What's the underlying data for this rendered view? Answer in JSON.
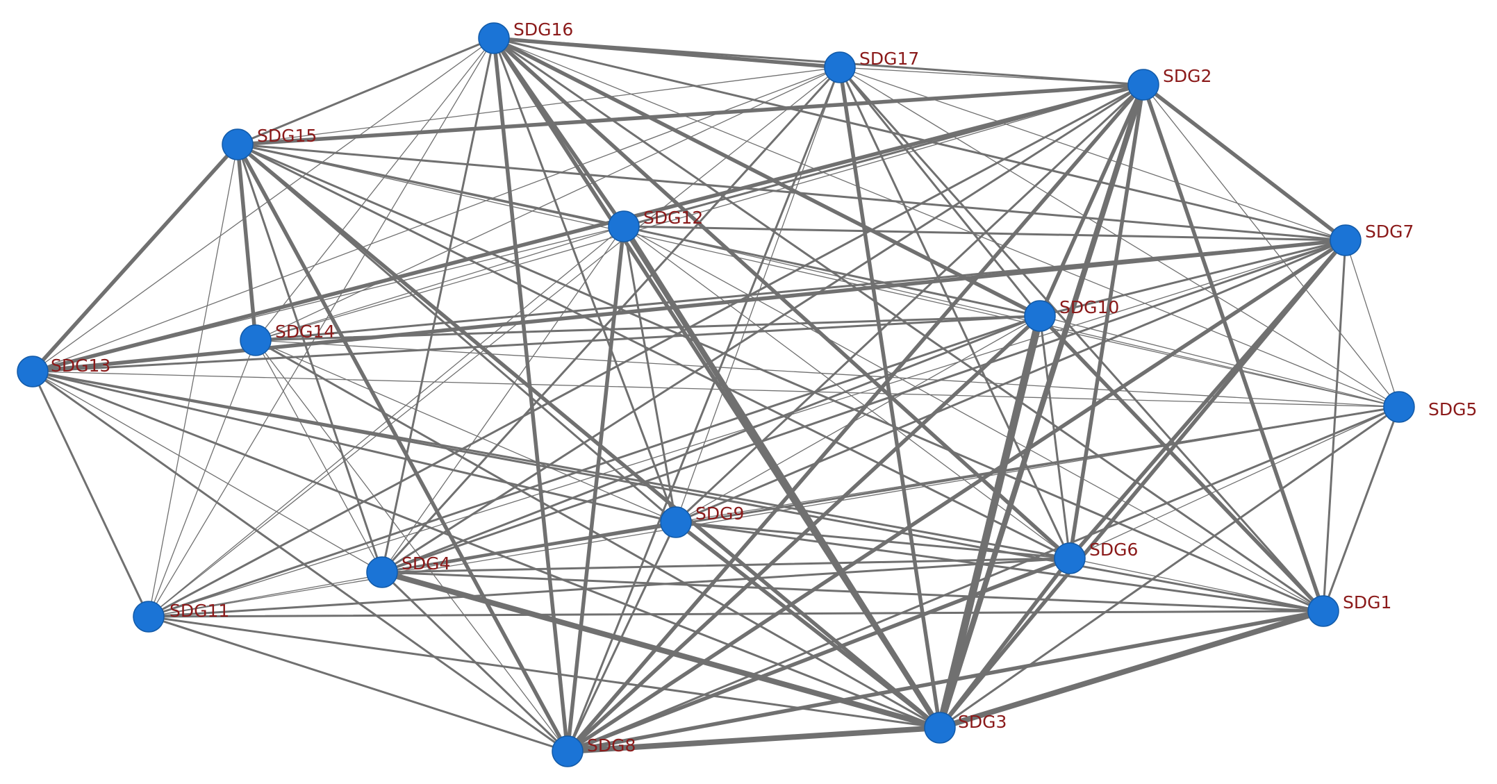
{
  "colors": {
    "background": "#ffffff",
    "node_fill": "#1b74d6",
    "node_stroke": "#125aa8",
    "edge": "#707070",
    "label": "#8b1a1a"
  },
  "nodes": [
    {
      "id": "SDG1",
      "label": "SDG1"
    },
    {
      "id": "SDG2",
      "label": "SDG2"
    },
    {
      "id": "SDG3",
      "label": "SDG3"
    },
    {
      "id": "SDG4",
      "label": "SDG4"
    },
    {
      "id": "SDG5",
      "label": "SDG5"
    },
    {
      "id": "SDG6",
      "label": "SDG6"
    },
    {
      "id": "SDG7",
      "label": "SDG7"
    },
    {
      "id": "SDG8",
      "label": "SDG8"
    },
    {
      "id": "SDG9",
      "label": "SDG9"
    },
    {
      "id": "SDG10",
      "label": "SDG10"
    },
    {
      "id": "SDG11",
      "label": "SDG11"
    },
    {
      "id": "SDG12",
      "label": "SDG12"
    },
    {
      "id": "SDG13",
      "label": "SDG13"
    },
    {
      "id": "SDG14",
      "label": "SDG14"
    },
    {
      "id": "SDG15",
      "label": "SDG15"
    },
    {
      "id": "SDG16",
      "label": "SDG16"
    },
    {
      "id": "SDG17",
      "label": "SDG17"
    }
  ],
  "edges": [
    [
      "SDG3",
      "SDG10",
      5
    ],
    [
      "SDG3",
      "SDG4",
      4
    ],
    [
      "SDG3",
      "SDG8",
      4
    ],
    [
      "SDG3",
      "SDG12",
      4
    ],
    [
      "SDG3",
      "SDG2",
      4
    ],
    [
      "SDG3",
      "SDG1",
      4
    ],
    [
      "SDG3",
      "SDG16",
      3
    ],
    [
      "SDG3",
      "SDG6",
      3
    ],
    [
      "SDG3",
      "SDG7",
      3
    ],
    [
      "SDG3",
      "SDG9",
      3
    ],
    [
      "SDG3",
      "SDG15",
      3
    ],
    [
      "SDG3",
      "SDG17",
      3
    ],
    [
      "SDG3",
      "SDG11",
      2
    ],
    [
      "SDG3",
      "SDG13",
      2
    ],
    [
      "SDG3",
      "SDG5",
      2
    ],
    [
      "SDG3",
      "SDG14",
      2
    ],
    [
      "SDG8",
      "SDG2",
      3
    ],
    [
      "SDG8",
      "SDG10",
      3
    ],
    [
      "SDG8",
      "SDG12",
      3
    ],
    [
      "SDG8",
      "SDG7",
      3
    ],
    [
      "SDG8",
      "SDG16",
      3
    ],
    [
      "SDG8",
      "SDG1",
      3
    ],
    [
      "SDG8",
      "SDG6",
      3
    ],
    [
      "SDG8",
      "SDG15",
      3
    ],
    [
      "SDG8",
      "SDG9",
      2
    ],
    [
      "SDG8",
      "SDG4",
      2
    ],
    [
      "SDG8",
      "SDG11",
      2
    ],
    [
      "SDG8",
      "SDG13",
      2
    ],
    [
      "SDG8",
      "SDG17",
      2
    ],
    [
      "SDG8",
      "SDG5",
      2
    ],
    [
      "SDG8",
      "SDG14",
      1
    ],
    [
      "SDG16",
      "SDG17",
      3
    ],
    [
      "SDG16",
      "SDG12",
      3
    ],
    [
      "SDG16",
      "SDG10",
      3
    ],
    [
      "SDG16",
      "SDG6",
      3
    ],
    [
      "SDG16",
      "SDG15",
      2
    ],
    [
      "SDG16",
      "SDG2",
      2
    ],
    [
      "SDG16",
      "SDG1",
      2
    ],
    [
      "SDG16",
      "SDG7",
      2
    ],
    [
      "SDG16",
      "SDG4",
      2
    ],
    [
      "SDG16",
      "SDG9",
      2
    ],
    [
      "SDG16",
      "SDG13",
      1
    ],
    [
      "SDG16",
      "SDG11",
      1
    ],
    [
      "SDG16",
      "SDG5",
      1
    ],
    [
      "SDG16",
      "SDG14",
      1
    ],
    [
      "SDG15",
      "SDG2",
      3
    ],
    [
      "SDG15",
      "SDG13",
      3
    ],
    [
      "SDG15",
      "SDG14",
      3
    ],
    [
      "SDG15",
      "SDG10",
      2
    ],
    [
      "SDG15",
      "SDG7",
      2
    ],
    [
      "SDG15",
      "SDG6",
      2
    ],
    [
      "SDG15",
      "SDG3",
      2
    ],
    [
      "SDG15",
      "SDG1",
      2
    ],
    [
      "SDG15",
      "SDG4",
      2
    ],
    [
      "SDG15",
      "SDG9",
      2
    ],
    [
      "SDG15",
      "SDG12",
      2
    ],
    [
      "SDG15",
      "SDG5",
      1
    ],
    [
      "SDG15",
      "SDG11",
      1
    ],
    [
      "SDG15",
      "SDG17",
      1
    ],
    [
      "SDG2",
      "SDG10",
      3
    ],
    [
      "SDG2",
      "SDG6",
      3
    ],
    [
      "SDG2",
      "SDG1",
      3
    ],
    [
      "SDG2",
      "SDG7",
      3
    ],
    [
      "SDG2",
      "SDG13",
      3
    ],
    [
      "SDG2",
      "SDG12",
      2
    ],
    [
      "SDG2",
      "SDG4",
      2
    ],
    [
      "SDG2",
      "SDG9",
      2
    ],
    [
      "SDG2",
      "SDG11",
      2
    ],
    [
      "SDG2",
      "SDG17",
      1
    ],
    [
      "SDG2",
      "SDG5",
      1
    ],
    [
      "SDG2",
      "SDG14",
      1
    ],
    [
      "SDG7",
      "SDG13",
      3
    ],
    [
      "SDG7",
      "SDG12",
      2
    ],
    [
      "SDG7",
      "SDG14",
      2
    ],
    [
      "SDG7",
      "SDG10",
      2
    ],
    [
      "SDG7",
      "SDG6",
      3
    ],
    [
      "SDG7",
      "SDG1",
      2
    ],
    [
      "SDG7",
      "SDG9",
      2
    ],
    [
      "SDG7",
      "SDG4",
      2
    ],
    [
      "SDG7",
      "SDG11",
      1
    ],
    [
      "SDG7",
      "SDG17",
      1
    ],
    [
      "SDG7",
      "SDG5",
      1
    ],
    [
      "SDG10",
      "SDG14",
      2
    ],
    [
      "SDG10",
      "SDG13",
      2
    ],
    [
      "SDG10",
      "SDG6",
      2
    ],
    [
      "SDG10",
      "SDG1",
      3
    ],
    [
      "SDG10",
      "SDG11",
      2
    ],
    [
      "SDG10",
      "SDG4",
      2
    ],
    [
      "SDG10",
      "SDG17",
      2
    ],
    [
      "SDG10",
      "SDG9",
      1
    ],
    [
      "SDG10",
      "SDG5",
      1
    ],
    [
      "SDG13",
      "SDG6",
      2
    ],
    [
      "SDG13",
      "SDG1",
      2
    ],
    [
      "SDG13",
      "SDG11",
      2
    ],
    [
      "SDG13",
      "SDG12",
      1
    ],
    [
      "SDG13",
      "SDG9",
      2
    ],
    [
      "SDG13",
      "SDG5",
      1
    ],
    [
      "SDG13",
      "SDG17",
      1
    ],
    [
      "SDG13",
      "SDG4",
      1
    ],
    [
      "SDG4",
      "SDG6",
      2
    ],
    [
      "SDG4",
      "SDG1",
      2
    ],
    [
      "SDG4",
      "SDG9",
      2
    ],
    [
      "SDG4",
      "SDG17",
      2
    ],
    [
      "SDG4",
      "SDG5",
      2
    ],
    [
      "SDG4",
      "SDG14",
      1
    ],
    [
      "SDG4",
      "SDG12",
      1
    ],
    [
      "SDG11",
      "SDG1",
      2
    ],
    [
      "SDG11",
      "SDG6",
      2
    ],
    [
      "SDG11",
      "SDG12",
      1
    ],
    [
      "SDG11",
      "SDG9",
      1
    ],
    [
      "SDG11",
      "SDG14",
      1
    ],
    [
      "SDG11",
      "SDG17",
      1
    ],
    [
      "SDG11",
      "SDG5",
      1
    ],
    [
      "SDG12",
      "SDG6",
      1
    ],
    [
      "SDG12",
      "SDG9",
      2
    ],
    [
      "SDG12",
      "SDG1",
      1
    ],
    [
      "SDG12",
      "SDG14",
      1
    ],
    [
      "SDG12",
      "SDG5",
      1
    ],
    [
      "SDG17",
      "SDG6",
      2
    ],
    [
      "SDG17",
      "SDG1",
      2
    ],
    [
      "SDG17",
      "SDG9",
      1
    ],
    [
      "SDG17",
      "SDG14",
      1
    ],
    [
      "SDG17",
      "SDG5",
      1
    ],
    [
      "SDG9",
      "SDG6",
      2
    ],
    [
      "SDG9",
      "SDG1",
      2
    ],
    [
      "SDG9",
      "SDG14",
      1
    ],
    [
      "SDG9",
      "SDG5",
      1
    ],
    [
      "SDG1",
      "SDG6",
      1
    ],
    [
      "SDG1",
      "SDG5",
      2
    ],
    [
      "SDG6",
      "SDG5",
      1
    ],
    [
      "SDG14",
      "SDG5",
      1
    ]
  ]
}
